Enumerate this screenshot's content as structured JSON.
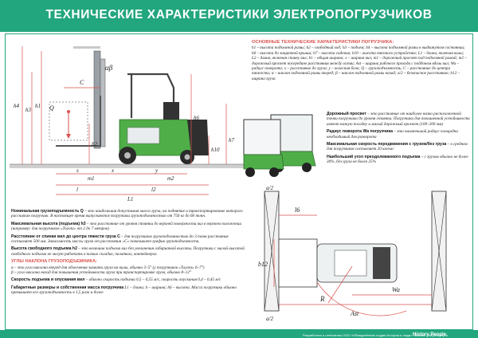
{
  "title": "ТЕХНИЧЕСКИЕ ХАРАКТЕРИСТИКИ ЭЛЕКТРОПОГРУЗЧИКОВ",
  "colors": {
    "brand": "#22a67e",
    "accent": "#d9534f",
    "text": "#222222"
  },
  "side_diagram_labels": {
    "alpha_beta": "αβ",
    "c": "C",
    "q": "Q",
    "h4": "h4",
    "h3": "h3",
    "h1": "h1",
    "h2": "h2",
    "h6": "h6",
    "h10": "h10",
    "h7": "h7",
    "s": "s",
    "m1": "m1",
    "x": "x",
    "y": "y",
    "m2": "m2",
    "l": "l",
    "l2": "l2",
    "l1": "L1"
  },
  "main_specs": {
    "heading": "ОСНОВНЫЕ ТЕХНИЧЕСКИЕ ХАРАКТЕРИСТИКИ ПОГРУЗЧИКА:",
    "body": "h1 – высота подъемной рамы; h2 – свободный ход; h3 – подъем; h4 – высота подъемной рамы в выдвинутом состоянии; h6 – высота до защитной крыши; h7 – высота сиденья; h10 – высота тягового устройства; L1 – длина, включая вилы; L2 – длина, включая спинку вил; b1 – общая ширина; s – ширина вил; m1 – дорожный просвет под подъемной рамой; m2 – дорожный просвет посередине расстояния между осями; Ast – ширина рабочего прохода с поддоном вдоль вил; Wa – радиус поворота; x – расстояние до груза; y – колесная база; Q – грузоподъемность; C – расстояние до центра тяжести; α – наклон подъемной рамы вперед; β – наклон подъемной рамы назад; a/2 – безопасное расстояние; b12 – ширина груза"
  },
  "right_specs": [
    {
      "term": "Дорожный просвет",
      "text": " – это расстояние от наиболее низко расположенной точки погрузчика до уровня стоянки. Погрузчики для повышенной устойчивости имеют низкую посадку и малый дорожный просвет (100–200 мм)"
    },
    {
      "term": "Радиус поворота Wa погрузчика",
      "text": " – это наименьший радиус площадки необходимый для разворота"
    },
    {
      "term": "Максимальная скорость передвижения с грузом/без груза",
      "text": " – в среднем для погрузчиков составляет 20 км/час"
    },
    {
      "term": "Наибольший угол преодолеваемого подъема",
      "text": " – с грузом обычно не более 30%, без груза не более 25%"
    }
  ],
  "left_specs": [
    {
      "term": "Номинальная грузоподъемность Q",
      "text": " – это наибольшая допустимая масса груза, на поднятие и транспортирование которого рассчитан погрузчик. В настоящее время выпускаются погрузчики грузоподъемностью от 750 кг до 60 тонн."
    },
    {
      "term": "Максимальная высота (подъема) h3",
      "text": " – это расстояние от уровня стоянки до верхней поверхности вил в верхнем положении (например: для погрузчиков «Тоyota» от 2 до 7 метров)"
    },
    {
      "term": "Расстояние от спинки вил до центра тяжести груза C",
      "text": " – для погрузчиков грузоподъемностью до 3 тонн расстояние составляет 500 мм. Зависимость массы груза от расстояния «C» показывает график грузоподъемности."
    },
    {
      "term": "Высота свободного подъема h2",
      "text": " – это величина подъема вил без увеличения габаритной высоты. Погрузчики с малой высотой свободного подъема не могут работать в низких складах, палатках, контейнерах."
    }
  ],
  "tilt": {
    "heading": "УГЛЫ НАКЛОНА ГРУЗОПОДЪЕМНИКА:",
    "alpha": "α – это угол наклона вперед для облегчения захвата груза на вилы, обычно 3–5° (у погрузчиков «Тоyota» 6–7°)",
    "beta": "β – угол наклона назад для повышения устойчивости груза при транспортировке груза, обычно 8–12°"
  },
  "bottom_specs": [
    {
      "term": "Скорость подъема и опускания вил",
      "text": " – обычно скорость подъема 0,5 – 0,55 м/с, скорость опускания 0,4 – 0,45 м/с"
    },
    {
      "term": "Габаритные размеры и собственная масса погрузчика",
      "text": " L1 – длина; b – ширина; h6 – высота. Масса погрузчика обычно превышает его грузоподъемность в 1,5 раза и более"
    }
  ],
  "top_view_labels": {
    "a2_top": "a/2",
    "a2_bottom": "a/2",
    "l6": "l6",
    "b12": "b12",
    "r": "R",
    "ast": "Ast",
    "wa": "Wa"
  },
  "footer": {
    "small_print": "Разработано и отпечатано ООО «Объединённая студия История и люди». Москва. info@history.ru",
    "brand": "History People"
  }
}
